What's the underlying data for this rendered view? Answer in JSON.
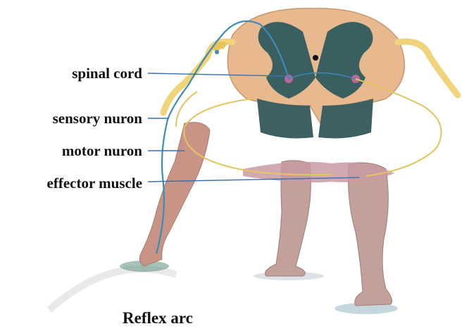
{
  "labels": {
    "spinal_cord": "spinal cord",
    "sensory_neuron": "sensory nuron",
    "motor_neuron": "motor nuron",
    "effector_muscle": "effector muscle"
  },
  "caption": "Reflex arc",
  "colors": {
    "leader_line": "#3a6fb0",
    "grey_matter": "#2f5a5e",
    "white_matter": "#e8b98f",
    "nerve_yellow": "#f0d37a",
    "sensory_blue": "#3c8bb8",
    "skin": "#c79a8e"
  }
}
